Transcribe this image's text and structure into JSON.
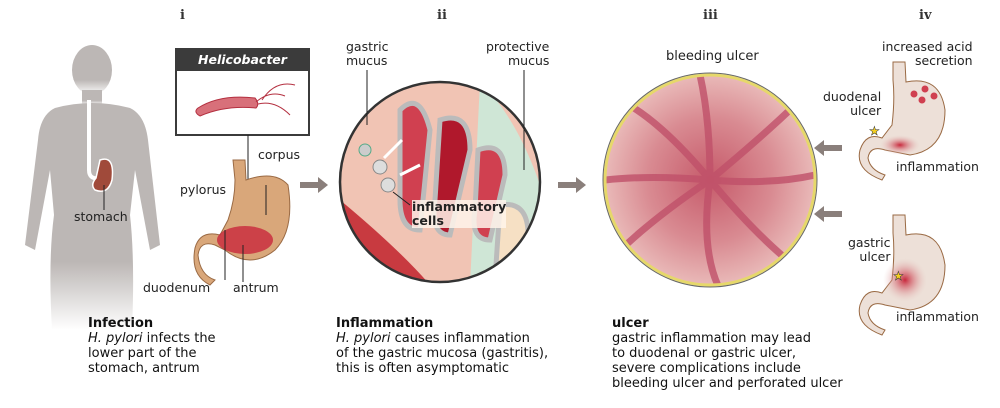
{
  "panels": {
    "numerals": [
      "i",
      "ii",
      "iii",
      "iv"
    ],
    "i": {
      "box_title": "Helicobacter pylori",
      "labels": {
        "stomach": "stomach",
        "corpus": "corpus",
        "pylorus": "pylorus",
        "duodenum": "duodenum",
        "antrum": "antrum"
      },
      "caption_title": "Infection",
      "caption_italic": "H. pylori",
      "caption_lines": [
        " infects the",
        "lower part of the",
        "stomach, antrum"
      ]
    },
    "ii": {
      "labels": {
        "gastric_mucus": [
          "gastric",
          "mucus"
        ],
        "protective_mucus": [
          "protective",
          "mucus"
        ],
        "inflammatory_cells": [
          "inflammatory",
          "cells"
        ]
      },
      "caption_title": "Inflammation",
      "caption_italic": "H. pylori",
      "caption_lines": [
        " causes inflammation",
        "of the gastric mucosa (gastritis),",
        "this is often asymptomatic"
      ]
    },
    "iii": {
      "label": "bleeding ulcer",
      "caption_title": "ulcer",
      "caption_lines": [
        "gastric inflammation may lead",
        "to duodenal or gastric ulcer,",
        "severe complications include",
        "bleeding ulcer and perforated ulcer"
      ]
    },
    "iv": {
      "labels": {
        "acid": [
          "increased acid",
          "secretion"
        ],
        "duodenal_ulcer": [
          "duodenal",
          "ulcer"
        ],
        "inflammation_top": "inflammation",
        "gastric_ulcer": [
          "gastric",
          "ulcer"
        ],
        "inflammation_bottom": "inflammation"
      }
    }
  },
  "colors": {
    "stomach": "#d9a77a",
    "inflamed": "#c8283c",
    "silhouette": "#bcb7b5",
    "arrow": "#8a7f7b",
    "mucosa": "#e8a0a0"
  }
}
